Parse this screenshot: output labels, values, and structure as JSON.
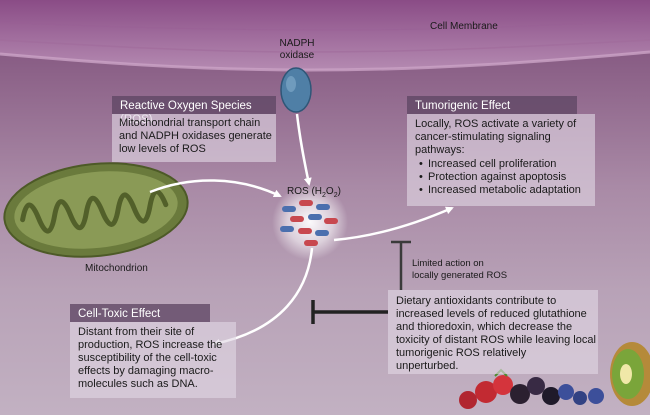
{
  "labels": {
    "cell_membrane": "Cell Membrane",
    "nadph_oxidase": "NADPH\noxidase",
    "ros": "ROS (H",
    "ros_sub2": "2",
    "ros_o": "O",
    "ros_close": ")",
    "mitochondrion": "Mitochondrion",
    "limited_action": "Limited action on\nlocally generated ROS"
  },
  "ros_box": {
    "title": "Reactive Oxygen Species (ROS)",
    "body": "Mitochondrial transport chain\nand NADPH oxidases generate\nlow levels of ROS"
  },
  "tumorigenic_box": {
    "title": "Tumorigenic Effect",
    "intro": "Locally, ROS activate a variety of\ncancer-stimulating signaling\npathways:",
    "bullets": [
      "Increased cell proliferation",
      "Protection against apoptosis",
      "Increased metabolic adaptation"
    ]
  },
  "cytotoxic_box": {
    "title": "Cell-Toxic Effect",
    "body": "Distant from their site of\nproduction, ROS increase the\nsusceptibility of the cell-toxic\neffects by damaging macro-\nmolecules such as DNA."
  },
  "antioxidant_box": {
    "body": "Dietary antioxidants contribute to\nincreased levels of reduced glutathione\nand thioredoxin, which decrease the\ntoxicity of distant ROS while leaving local\ntumorigenic ROS relatively\nunperturbed."
  }
}
